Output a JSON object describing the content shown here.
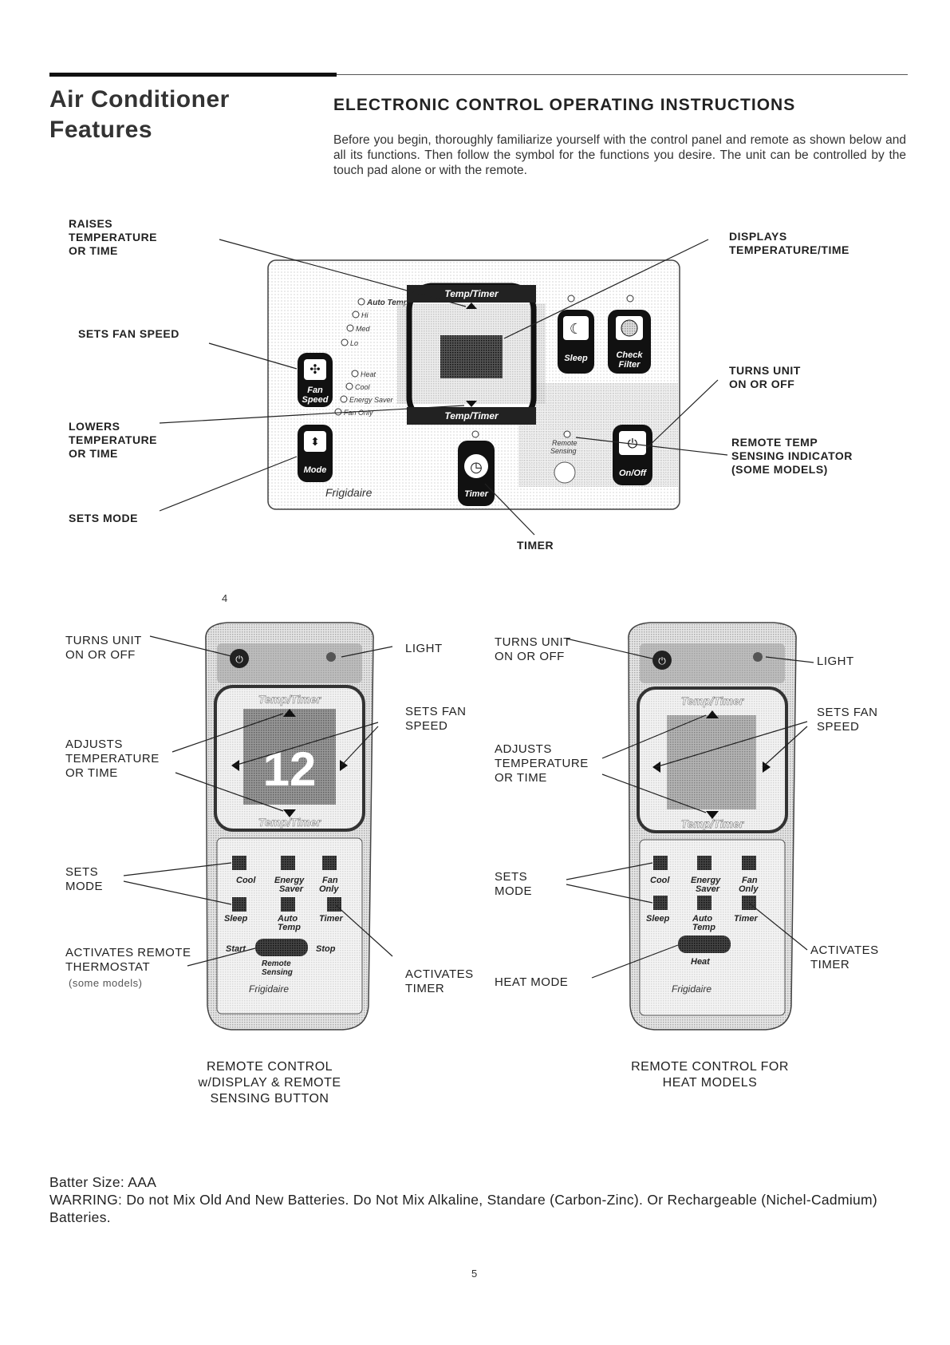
{
  "header": {
    "section_title_line1": "Air Conditioner",
    "section_title_line2": "Features",
    "heading": "ELECTRONIC CONTROL OPERATING INSTRUCTIONS",
    "intro": "Before you begin, thoroughly familiarize yourself with the control panel and remote as shown below and all its functions. Then follow the symbol for the functions you desire. The unit can be controlled by the touch pad alone or with the remote."
  },
  "panel": {
    "labels": {
      "raises": "RAISES\nTEMPERATURE\nOR TIME",
      "fan_speed": "SETS FAN SPEED",
      "lowers": "LOWERS\nTEMPERATURE\nOR TIME",
      "sets_mode": "SETS MODE",
      "displays": "DISPLAYS\nTEMPERATURE/TIME",
      "turns_unit": "TURNS UNIT\nON OR OFF",
      "remote_temp": "REMOTE TEMP\nSENSING INDICATOR\n(SOME MODELS)",
      "timer": "TIMER"
    },
    "buttons": {
      "temp_timer_top": "Temp/Timer",
      "temp_timer_bottom": "Temp/Timer",
      "fan_speed_line1": "Fan",
      "fan_speed_line2": "Speed",
      "mode": "Mode",
      "sleep": "Sleep",
      "check_filter_line1": "Check",
      "check_filter_line2": "Filter",
      "timer": "Timer",
      "on_off": "On/Off",
      "remote_sensing_line1": "Remote",
      "remote_sensing_line2": "Sensing"
    },
    "fan_leds": [
      "Auto Temp",
      "Hi",
      "Med",
      "Lo"
    ],
    "mode_leds": [
      "Heat",
      "Cool",
      "Energy Saver",
      "Fan Only"
    ],
    "brand": "Frigidaire"
  },
  "page_numbers": {
    "first": "4",
    "second": "5"
  },
  "remote_left": {
    "labels": {
      "turns_unit": "TURNS UNIT\nON OR OFF",
      "light": "LIGHT",
      "fan_speed": "SETS FAN\nSPEED",
      "adjusts": "ADJUSTS\nTEMPERATURE\nOR TIME",
      "sets_mode": "SETS\nMODE",
      "activates_remote": "ACTIVATES REMOTE\nTHERMOSTAT",
      "some_models": "(some models)",
      "activates_timer": "ACTIVATES\nTIMER"
    },
    "display_value": "12",
    "buttons": {
      "temp_timer": "Temp/Timer",
      "cool": "Cool",
      "energy_saver_line1": "Energy",
      "energy_saver_line2": "Saver",
      "fan_only_line1": "Fan",
      "fan_only_line2": "Only",
      "sleep": "Sleep",
      "auto_temp_line1": "Auto",
      "auto_temp_line2": "Temp",
      "timer": "Timer",
      "start": "Start",
      "stop": "Stop",
      "remote_sensing_line1": "Remote",
      "remote_sensing_line2": "Sensing"
    },
    "brand": "Frigidaire",
    "caption": "REMOTE CONTROL\nw/DISPLAY & REMOTE\nSENSING BUTTON"
  },
  "remote_right": {
    "labels": {
      "turns_unit": "TURNS UNIT\nON OR OFF",
      "light": "LIGHT",
      "fan_speed": "SETS FAN\nSPEED",
      "adjusts": "ADJUSTS\nTEMPERATURE\nOR TIME",
      "sets_mode": "SETS\nMODE",
      "heat_mode": "HEAT MODE",
      "activates_timer": "ACTIVATES\nTIMER"
    },
    "buttons": {
      "temp_timer": "Temp/Timer",
      "cool": "Cool",
      "energy_saver_line1": "Energy",
      "energy_saver_line2": "Saver",
      "fan_only_line1": "Fan",
      "fan_only_line2": "Only",
      "sleep": "Sleep",
      "auto_temp_line1": "Auto",
      "auto_temp_line2": "Temp",
      "timer": "Timer",
      "heat": "Heat"
    },
    "brand": "Frigidaire",
    "caption": "REMOTE CONTROL FOR\nHEAT MODELS"
  },
  "notes": {
    "battery": "Batter Size: AAA",
    "warning": "WARRING: Do not Mix Old And New Batteries. Do Not Mix Alkaline, Standare (Carbon-Zinc). Or Rechargeable (Nichel-Cadmium) Batteries."
  }
}
